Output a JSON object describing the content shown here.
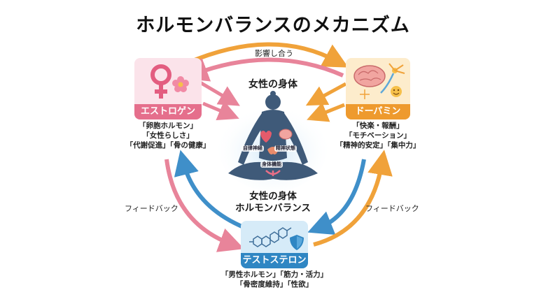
{
  "title": "ホルモンバランスのメカニズム",
  "top_arrow_label": "影響し合う",
  "feedback_left": "フィードバック",
  "feedback_right": "フィードバック",
  "center": {
    "header": "女性の身体",
    "footer_line1": "女性の身体",
    "footer_line2": "ホルモンバランス",
    "organs": {
      "autonomic": "自律神経",
      "mental": "精神状態",
      "body_function": "身体機能"
    }
  },
  "estrogen": {
    "label": "エストロゲン",
    "captions": [
      "「卵胞ホルモン」",
      "「女性らしさ」",
      "「代謝促進」「骨の健康」"
    ]
  },
  "dopamine": {
    "label": "ドーパミン",
    "captions": [
      "「快楽・報酬」",
      "「モチベーション」",
      "「精神的安定」「集中力」"
    ]
  },
  "testosterone": {
    "label": "テストステロン",
    "captions": [
      "「男性ホルモン」「筋力・活力」",
      "「骨密度維持」「性欲」"
    ]
  },
  "colors": {
    "pink": "#e8849a",
    "orange": "#f0a23a",
    "blue": "#3f8fc9",
    "estrogen_band": "#e56f8c",
    "dopamine_band": "#ee9a2e",
    "testosterone_band": "#2f86c3",
    "silhouette": "#3f5a79"
  },
  "icons": {
    "estrogen": "female-symbol-icon",
    "dopamine": "brain-neuron-icon",
    "testosterone": "molecule-shield-icon"
  }
}
